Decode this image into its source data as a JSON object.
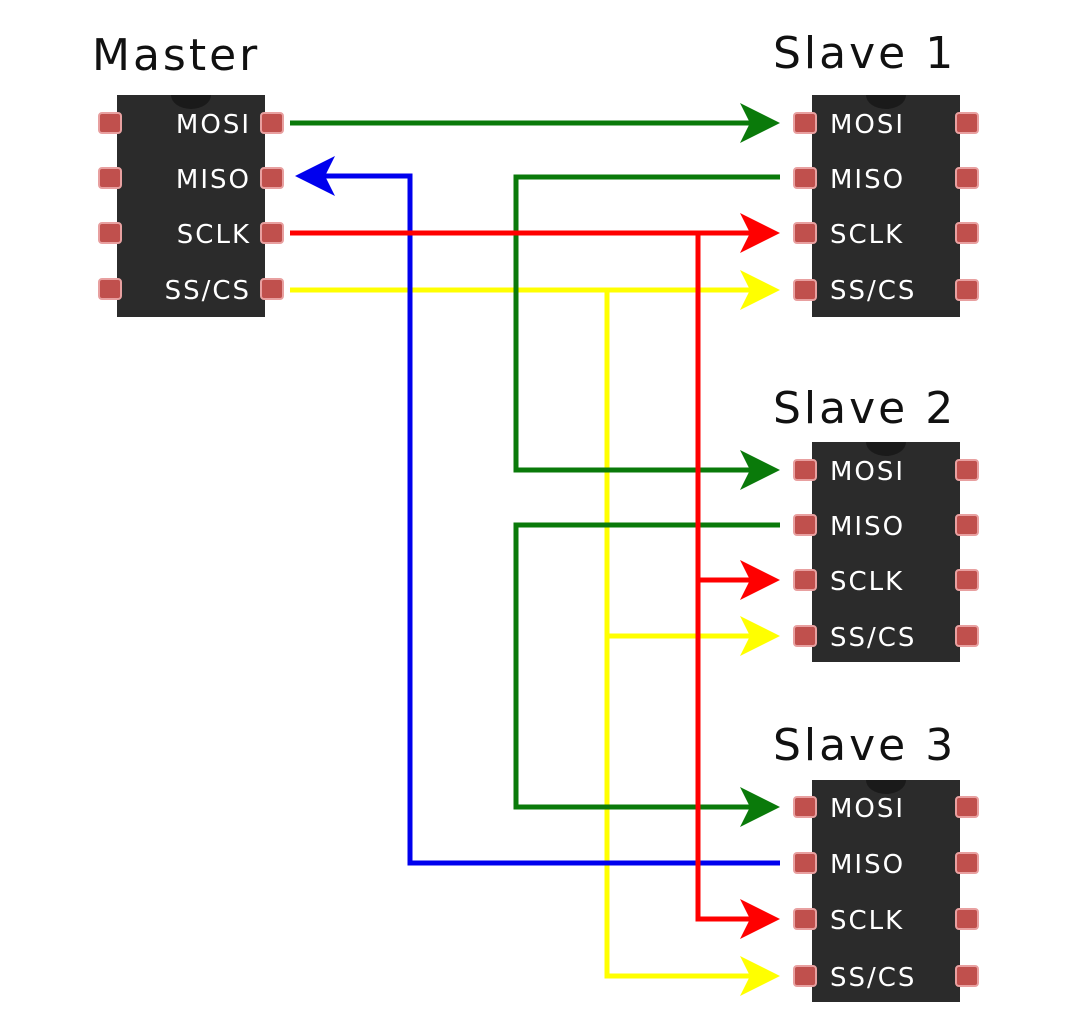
{
  "colors": {
    "background": "#ffffff",
    "chip_body": "#2b2b2b",
    "pin_pad": "#c0504d",
    "wire_mosi": "#0a7a0a",
    "wire_miso_master": "#0000ee",
    "wire_sclk": "#ff0000",
    "wire_ss": "#ffff00"
  },
  "master": {
    "title": "Master",
    "pins": [
      "MOSI",
      "MISO",
      "SCLK",
      "SS/CS"
    ]
  },
  "slaves": [
    {
      "title": "Slave 1",
      "pins": [
        "MOSI",
        "MISO",
        "SCLK",
        "SS/CS"
      ]
    },
    {
      "title": "Slave 2",
      "pins": [
        "MOSI",
        "MISO",
        "SCLK",
        "SS/CS"
      ]
    },
    {
      "title": "Slave 3",
      "pins": [
        "MOSI",
        "MISO",
        "SCLK",
        "SS/CS"
      ]
    }
  ],
  "connections": [
    {
      "signal": "MOSI",
      "from": "Master",
      "to": [
        "Slave 1",
        "Slave 2",
        "Slave 3"
      ],
      "topology": "daisy-chain"
    },
    {
      "signal": "MISO",
      "from": "Slave 3",
      "to": [
        "Master"
      ]
    },
    {
      "signal": "SCLK",
      "from": "Master",
      "to": [
        "Slave 1",
        "Slave 2",
        "Slave 3"
      ],
      "topology": "shared bus"
    },
    {
      "signal": "SS/CS",
      "from": "Master",
      "to": [
        "Slave 1",
        "Slave 2",
        "Slave 3"
      ],
      "topology": "shared bus"
    }
  ]
}
